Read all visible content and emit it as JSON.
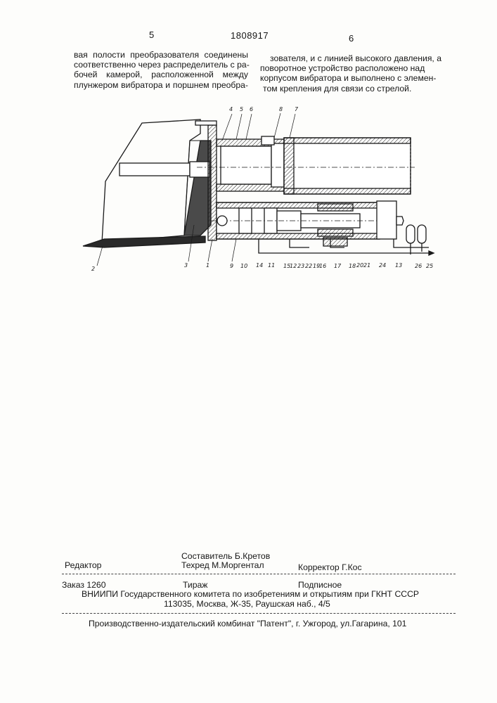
{
  "header": {
    "page_left": "5",
    "patent_number": "1808917",
    "page_right": "6"
  },
  "left_column": [
    "вая полости преобразователя соединены",
    "соответственно через распределитель с ра-",
    "бочей камерой, расположенной между",
    "плунжером вибратора и поршнем преобра-"
  ],
  "right_column": [
    "зователя, и с линией высокого давления, а",
    "поворотное устройство расположено над",
    "корпусом вибратора и выполнено с элемен-",
    "том крепления для связи со стрелой."
  ],
  "figure": {
    "labels": {
      "l1": "1",
      "l2": "2",
      "l3": "3",
      "l4": "4",
      "l5": "5",
      "l6": "6",
      "l7": "7",
      "l8": "8",
      "l9": "9",
      "l10": "10",
      "l11": "11",
      "l12": "12",
      "l13": "13",
      "l14": "14",
      "l15": "15",
      "l16": "16",
      "l17": "17",
      "l18": "18",
      "l19": "19",
      "l20": "20",
      "l21": "21",
      "l22": "22",
      "l23": "23",
      "l24": "24",
      "l25": "25",
      "l26": "26"
    }
  },
  "footer": {
    "compiler": "Составитель   Б.Кретов",
    "editor": "Редактор",
    "techred": "Техред М.Моргентал",
    "corrector": "Корректор  Г.Кос",
    "order": "Заказ  1260",
    "circulation": "Тираж",
    "subscription": "Подписное",
    "vniipi": "ВНИИПИ Государственного комитета по изобретениям и открытиям при ГКНТ СССР",
    "address": "113035, Москва, Ж-35, Раушская наб., 4/5",
    "publisher": "Производственно-издательский комбинат \"Патент\", г. Ужгород, ул.Гагарина, 101"
  }
}
